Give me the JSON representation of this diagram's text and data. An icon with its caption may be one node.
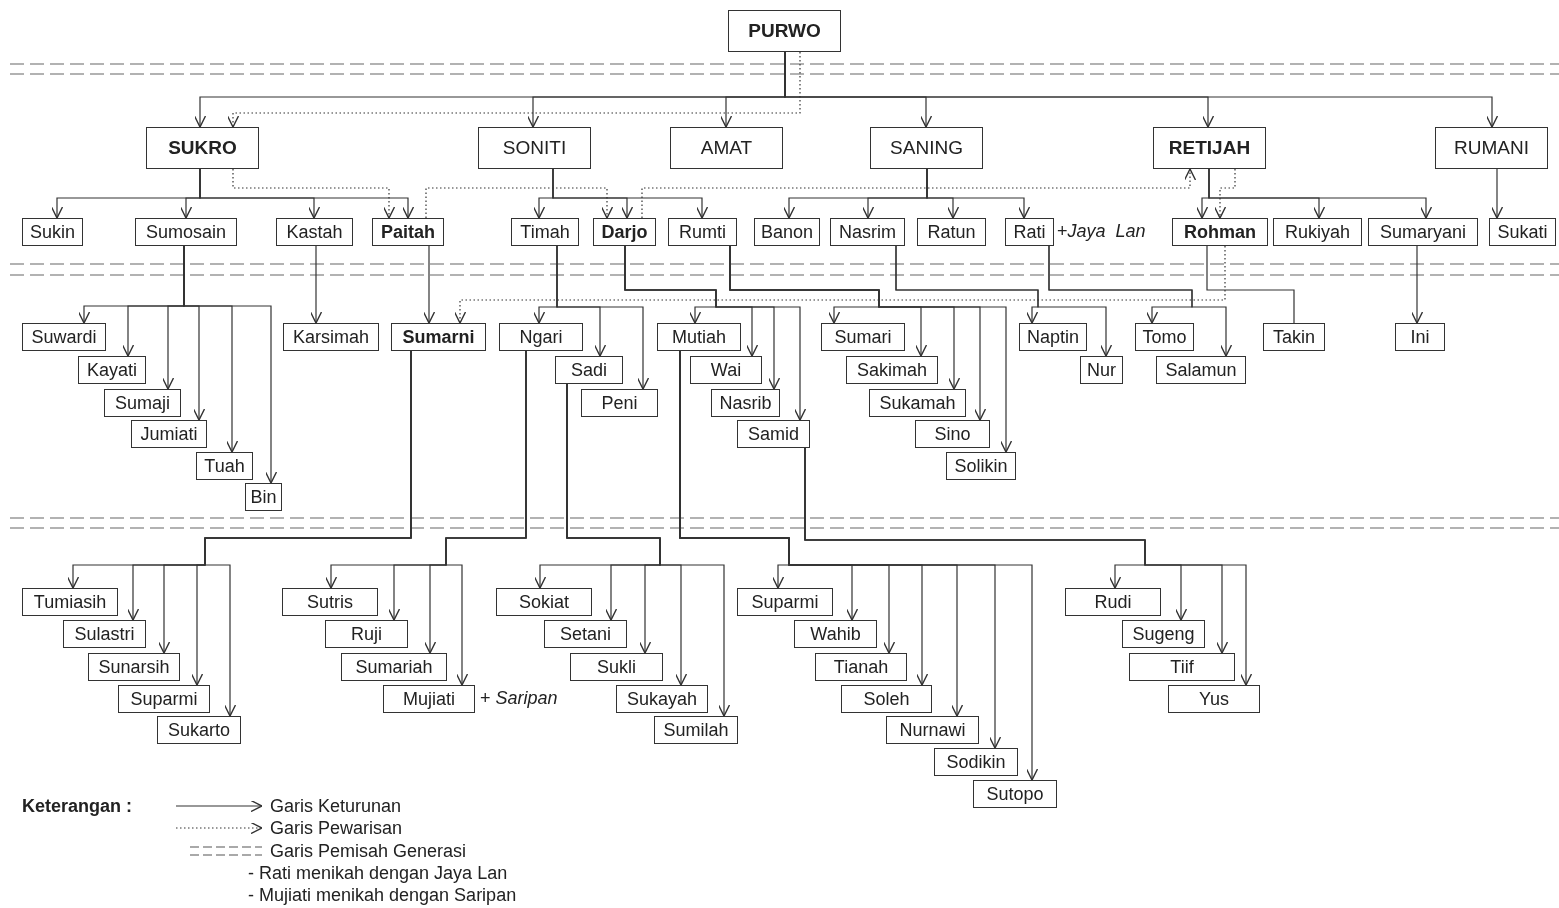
{
  "diagram": {
    "nodes": [
      {
        "text": [
          "PURWO"
        ]
      },
      {
        "text": [
          "SUKRO"
        ]
      },
      {
        "text": [
          "SONITI"
        ]
      },
      {
        "text": [
          "AMAT"
        ]
      },
      {
        "text": [
          "SANING"
        ]
      },
      {
        "text": [
          "RETIJAH"
        ]
      },
      {
        "text": [
          "RUMANI"
        ]
      },
      {
        "text": [
          "Sukin"
        ]
      },
      {
        "text": [
          "Sumosain"
        ]
      },
      {
        "text": [
          "Kastah"
        ]
      },
      {
        "text": [
          "Paitah"
        ]
      },
      {
        "text": [
          "Timah"
        ]
      },
      {
        "text": [
          "Darjo"
        ]
      },
      {
        "text": [
          "Rumti"
        ]
      },
      {
        "text": [
          "Banon"
        ]
      },
      {
        "text": [
          "Nasrim"
        ]
      },
      {
        "text": [
          "Ratun"
        ]
      },
      {
        "text": [
          "Rati"
        ],
        "beside": [
          "+*Jaya  Lan*"
        ]
      },
      {
        "text": [
          "Rohman"
        ]
      },
      {
        "text": [
          "Rukiyah"
        ]
      },
      {
        "text": [
          "Sumaryani"
        ]
      },
      {
        "text": [
          "Sukati"
        ]
      },
      {
        "text": [
          "Suwardi"
        ]
      },
      {
        "text": [
          "Kayati"
        ]
      },
      {
        "text": [
          "Sumaji"
        ]
      },
      {
        "text": [
          "Jumiati"
        ]
      },
      {
        "text": [
          "Tuah"
        ]
      },
      {
        "text": [
          "Bin"
        ]
      },
      {
        "text": [
          "Karsimah"
        ]
      },
      {
        "text": [
          "Sumarni"
        ]
      },
      {
        "text": [
          "Ngari"
        ]
      },
      {
        "text": [
          "Sadi"
        ]
      },
      {
        "text": [
          "Peni"
        ]
      },
      {
        "text": [
          "Mutiah"
        ]
      },
      {
        "text": [
          "Wai"
        ]
      },
      {
        "text": [
          "Nasrib"
        ]
      },
      {
        "text": [
          "Samid"
        ]
      },
      {
        "text": [
          "Sumari"
        ]
      },
      {
        "text": [
          "Sakimah"
        ]
      },
      {
        "text": [
          "Sukamah"
        ]
      },
      {
        "text": [
          "Sino"
        ]
      },
      {
        "text": [
          "Solikin"
        ]
      },
      {
        "text": [
          "Naptin"
        ]
      },
      {
        "text": [
          "Nur"
        ]
      },
      {
        "text": [
          "Tomo"
        ]
      },
      {
        "text": [
          "Salamun"
        ]
      },
      {
        "text": [
          "Takin"
        ]
      },
      {
        "text": [
          "Ini"
        ]
      },
      {
        "text": [
          "Tumiasih"
        ]
      },
      {
        "text": [
          "Sulastri"
        ]
      },
      {
        "text": [
          "Sunarsih"
        ]
      },
      {
        "text": [
          "Suparmi"
        ]
      },
      {
        "text": [
          "Sukarto"
        ]
      },
      {
        "text": [
          "Sutris"
        ]
      },
      {
        "text": [
          "Ruji"
        ]
      },
      {
        "text": [
          "Sumariah"
        ]
      },
      {
        "text": [
          "Mujiati"
        ],
        "beside": [
          "+ *Saripan*"
        ]
      },
      {
        "text": [
          "Sokiat"
        ]
      },
      {
        "text": [
          "Setani"
        ]
      },
      {
        "text": [
          "Sukli"
        ]
      },
      {
        "text": [
          "Sukayah"
        ]
      },
      {
        "text": [
          "Sumilah"
        ]
      },
      {
        "text": [
          "Suparmi"
        ]
      },
      {
        "text": [
          "Wahib"
        ]
      },
      {
        "text": [
          "Tianah"
        ]
      },
      {
        "text": [
          "Soleh"
        ]
      },
      {
        "text": [
          "Nurnawi"
        ]
      },
      {
        "text": [
          "Sodikin"
        ]
      },
      {
        "text": [
          "Sutopo"
        ]
      },
      {
        "text": [
          "Rudi"
        ]
      },
      {
        "text": [
          "Sugeng"
        ]
      },
      {
        "text": [
          "Tiif"
        ]
      },
      {
        "text": [
          "Yus"
        ]
      }
    ],
    "edges": [
      {
        "from": 0,
        "to": 1,
        "arrow": "to"
      },
      {
        "from": 0,
        "to": 2,
        "arrow": "to"
      },
      {
        "from": 0,
        "to": 3,
        "arrow": "to"
      },
      {
        "from": 0,
        "to": 4,
        "arrow": "to"
      },
      {
        "from": 0,
        "to": 5,
        "arrow": "to"
      },
      {
        "from": 0,
        "to": 6,
        "arrow": "to"
      },
      {
        "from": 0,
        "to": 1,
        "arrow": "to",
        "style": "dashed"
      },
      {
        "from": 1,
        "to": 7,
        "arrow": "to"
      },
      {
        "from": 1,
        "to": 8,
        "arrow": "to"
      },
      {
        "from": 1,
        "to": 9,
        "arrow": "to"
      },
      {
        "from": 1,
        "to": 10,
        "arrow": "to"
      },
      {
        "from": 1,
        "to": 10,
        "arrow": "to",
        "style": "dashed"
      },
      {
        "from": 2,
        "to": 11,
        "arrow": "to"
      },
      {
        "from": 2,
        "to": 12,
        "arrow": "to"
      },
      {
        "from": 2,
        "to": 13,
        "arrow": "to"
      },
      {
        "from": 10,
        "to": 12,
        "arrow": "to",
        "style": "dashed"
      },
      {
        "from": 12,
        "to": 5,
        "arrow": "to",
        "style": "dashed"
      },
      {
        "from": 4,
        "to": 14,
        "arrow": "to"
      },
      {
        "from": 4,
        "to": 15,
        "arrow": "to"
      },
      {
        "from": 4,
        "to": 16,
        "arrow": "to"
      },
      {
        "from": 4,
        "to": 17,
        "arrow": "to"
      },
      {
        "from": 5,
        "to": 18,
        "arrow": "to"
      },
      {
        "from": 5,
        "to": 19,
        "arrow": "to"
      },
      {
        "from": 5,
        "to": 20,
        "arrow": "to"
      },
      {
        "from": 5,
        "to": 18,
        "arrow": "to",
        "style": "dashed"
      },
      {
        "from": 6,
        "to": 21,
        "arrow": "to"
      },
      {
        "from": 8,
        "to": 22,
        "arrow": "to"
      },
      {
        "from": 8,
        "to": 23,
        "arrow": "to"
      },
      {
        "from": 8,
        "to": 24,
        "arrow": "to"
      },
      {
        "from": 8,
        "to": 25,
        "arrow": "to"
      },
      {
        "from": 8,
        "to": 26,
        "arrow": "to"
      },
      {
        "from": 8,
        "to": 27,
        "arrow": "to"
      },
      {
        "from": 9,
        "to": 28,
        "arrow": "to"
      },
      {
        "from": 10,
        "to": 29,
        "arrow": "to"
      },
      {
        "from": 18,
        "to": 29,
        "arrow": "to",
        "style": "dashed"
      },
      {
        "from": 11,
        "to": 30,
        "arrow": "to"
      },
      {
        "from": 11,
        "to": 31,
        "arrow": "to"
      },
      {
        "from": 11,
        "to": 32,
        "arrow": "to"
      },
      {
        "from": 12,
        "to": 33,
        "arrow": "to"
      },
      {
        "from": 12,
        "to": 34,
        "arrow": "to"
      },
      {
        "from": 12,
        "to": 35,
        "arrow": "to"
      },
      {
        "from": 12,
        "to": 36,
        "arrow": "to"
      },
      {
        "from": 13,
        "to": 37,
        "arrow": "to"
      },
      {
        "from": 13,
        "to": 38,
        "arrow": "to"
      },
      {
        "from": 13,
        "to": 39,
        "arrow": "to"
      },
      {
        "from": 13,
        "to": 40,
        "arrow": "to"
      },
      {
        "from": 13,
        "to": 41,
        "arrow": "to"
      },
      {
        "from": 15,
        "to": 42,
        "arrow": "to"
      },
      {
        "from": 15,
        "to": 43,
        "arrow": "to"
      },
      {
        "from": 17,
        "to": 44,
        "arrow": "to"
      },
      {
        "from": 17,
        "to": 45,
        "arrow": "to"
      },
      {
        "from": 18,
        "to": 46,
        "arrow": "none"
      },
      {
        "from": 20,
        "to": 47,
        "arrow": "to"
      },
      {
        "from": 29,
        "to": 48,
        "arrow": "to"
      },
      {
        "from": 29,
        "to": 49,
        "arrow": "to"
      },
      {
        "from": 29,
        "to": 50,
        "arrow": "to"
      },
      {
        "from": 29,
        "to": 51,
        "arrow": "to"
      },
      {
        "from": 29,
        "to": 52,
        "arrow": "to"
      },
      {
        "from": 30,
        "to": 53,
        "arrow": "to"
      },
      {
        "from": 30,
        "to": 54,
        "arrow": "to"
      },
      {
        "from": 30,
        "to": 55,
        "arrow": "to"
      },
      {
        "from": 30,
        "to": 56,
        "arrow": "to"
      },
      {
        "from": 31,
        "to": 57,
        "arrow": "to"
      },
      {
        "from": 31,
        "to": 58,
        "arrow": "to"
      },
      {
        "from": 31,
        "to": 59,
        "arrow": "to"
      },
      {
        "from": 31,
        "to": 60,
        "arrow": "to"
      },
      {
        "from": 31,
        "to": 61,
        "arrow": "to"
      },
      {
        "from": 33,
        "to": 62,
        "arrow": "to"
      },
      {
        "from": 33,
        "to": 63,
        "arrow": "to"
      },
      {
        "from": 33,
        "to": 64,
        "arrow": "to"
      },
      {
        "from": 33,
        "to": 65,
        "arrow": "to"
      },
      {
        "from": 33,
        "to": 66,
        "arrow": "to"
      },
      {
        "from": 33,
        "to": 67,
        "arrow": "to"
      },
      {
        "from": 33,
        "to": 68,
        "arrow": "to"
      },
      {
        "from": 36,
        "to": 69,
        "arrow": "to"
      },
      {
        "from": 36,
        "to": 70,
        "arrow": "to"
      },
      {
        "from": 36,
        "to": 71,
        "arrow": "to"
      },
      {
        "from": 36,
        "to": 72,
        "arrow": "to"
      }
    ],
    "labels": [
      "Keterangan :",
      "- Rati menikah dengan Jaya Lan",
      "- Mujiati menikah dengan Saripan"
    ],
    "legend": [
      {
        "text": "Garis Keturunan"
      },
      {
        "text": "Garis Pewarisan"
      },
      {
        "text": "Garis Pemisah Generasi"
      }
    ]
  }
}
